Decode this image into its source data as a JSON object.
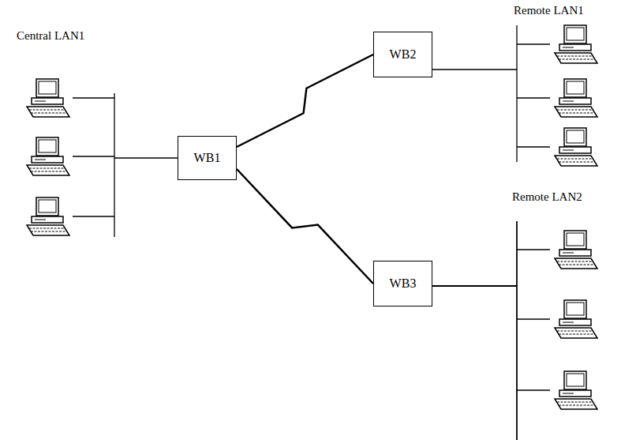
{
  "diagram": {
    "nodes": [
      {
        "text": [
          "WB1"
        ]
      },
      {
        "text": [
          "WB2"
        ]
      },
      {
        "text": [
          "WB3"
        ]
      }
    ],
    "edges": [
      {
        "from": 0,
        "to": 1,
        "arrow": "none"
      },
      {
        "from": 0,
        "to": 2,
        "arrow": "none"
      }
    ],
    "labels": [
      "Central LAN1",
      "Remote LAN1",
      "Remote LAN2"
    ]
  }
}
